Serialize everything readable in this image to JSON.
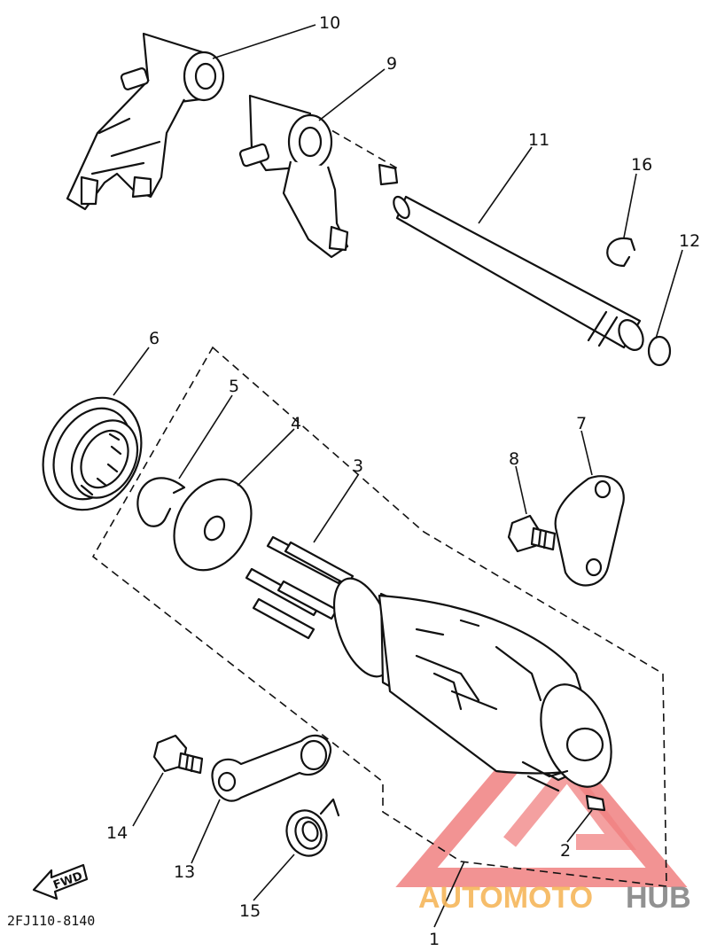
{
  "diagram": {
    "part_numbers": {
      "p1": "1",
      "p2": "2",
      "p3": "3",
      "p4": "4",
      "p5": "5",
      "p6": "6",
      "p7": "7",
      "p8": "8",
      "p9": "9",
      "p10": "10",
      "p11": "11",
      "p12": "12",
      "p13": "13",
      "p14": "14",
      "p15": "15",
      "p16": "16"
    },
    "fwd_label": "FWD",
    "drawing_code": "2FJ110-8140"
  },
  "watermark": {
    "word_a": "AUTOMOTO",
    "word_b": "HUB",
    "color_primary": "#f6b65a",
    "color_secondary": "#8c8c8c",
    "logo_color": "#f08080",
    "logo_icon": "triangle-logo-icon"
  }
}
